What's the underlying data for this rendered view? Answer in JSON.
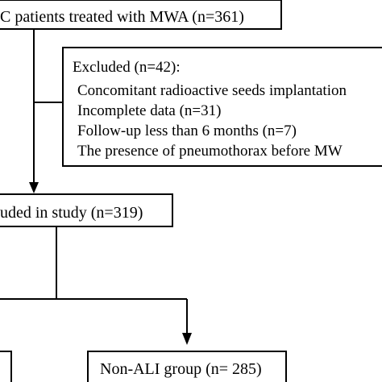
{
  "flowchart": {
    "top_box": {
      "text": "C patients treated with MWA (n=361)"
    },
    "excluded_box": {
      "header": "Excluded (n=42):",
      "items": [
        "Concomitant radioactive seeds implantation",
        "Incomplete data (n=31)",
        "Follow-up less than 6 months (n=7)",
        "The presence of pneumothorax before MW"
      ]
    },
    "included_box": {
      "text": "uded in study (n=319)"
    },
    "non_ali_box": {
      "text": "Non-ALI group (n= 285)"
    }
  }
}
